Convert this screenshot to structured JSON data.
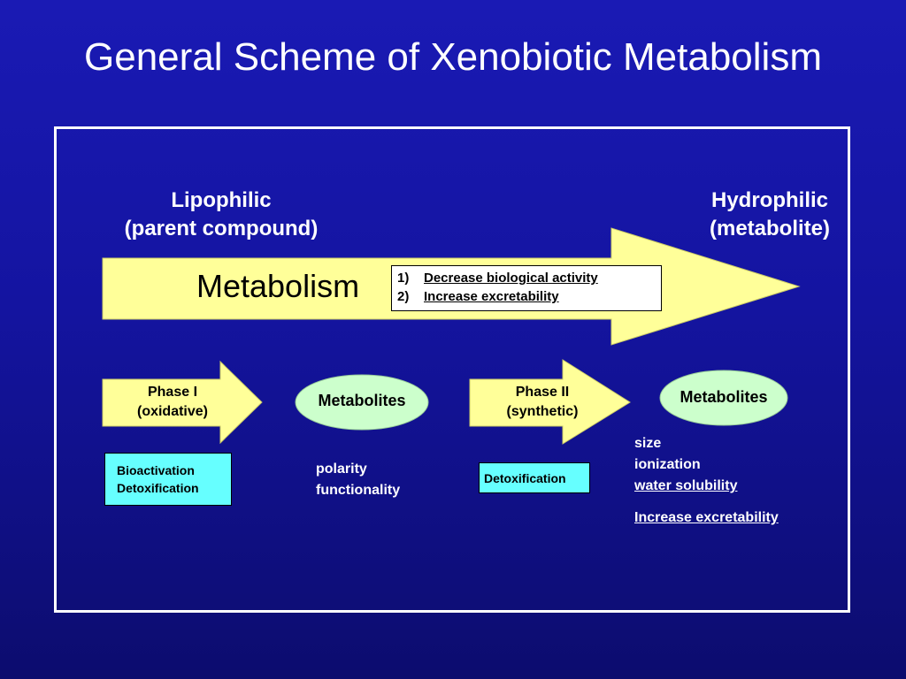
{
  "title": "General Scheme of Xenobiotic Metabolism",
  "lipophilic": {
    "line1": "Lipophilic",
    "line2": "(parent compound)"
  },
  "hydrophilic": {
    "line1": "Hydrophilic",
    "line2": "(metabolite)"
  },
  "main_arrow_label": "Metabolism",
  "effects": [
    {
      "num": "1)",
      "text": "Decrease biological activity"
    },
    {
      "num": "2)",
      "text": "Increase excretability"
    }
  ],
  "phase1": {
    "line1": "Phase I",
    "line2": "(oxidative)"
  },
  "phase2": {
    "line1": "Phase II",
    "line2": "(synthetic)"
  },
  "metabolites_1": "Metabolites",
  "metabolites_2": "Metabolites",
  "phase1_box": {
    "line1": "Bioactivation",
    "line2": "Detoxification"
  },
  "phase2_box": "Detoxification",
  "metab1_props": [
    "polarity",
    "functionality"
  ],
  "metab2_props": [
    "size",
    "ionization",
    "water solubility"
  ],
  "final_note": "Increase excretability",
  "colors": {
    "background": "#1414a0",
    "arrow_fill": "#ffff99",
    "pill_fill": "#ccffcc",
    "box_fill": "#66ffff",
    "text": "#ffffff"
  }
}
